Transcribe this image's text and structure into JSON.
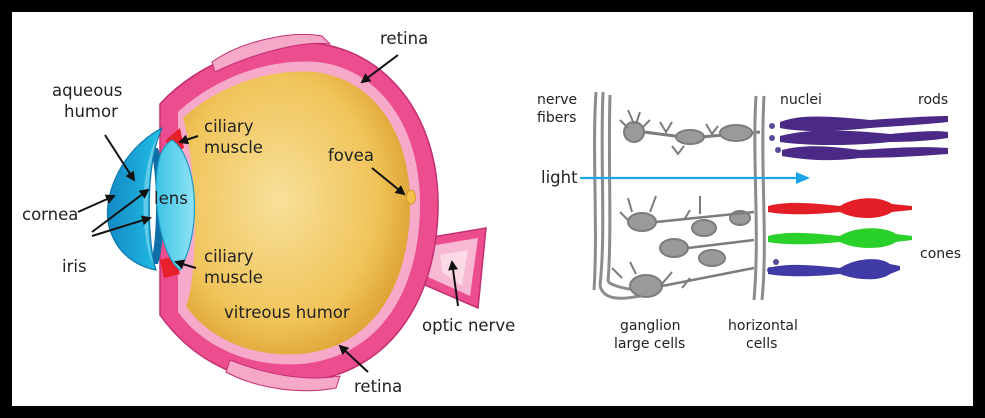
{
  "eye_diagram": {
    "labels": {
      "retina_top": "retina",
      "aqueous_1": "aqueous",
      "aqueous_2": "humor",
      "ciliary_top_1": "ciliary",
      "ciliary_top_2": "muscle",
      "fovea": "fovea",
      "lens": "lens",
      "cornea": "cornea",
      "iris": "iris",
      "ciliary_bottom_1": "ciliary",
      "ciliary_bottom_2": "muscle",
      "vitreous": "vitreous humor",
      "optic_nerve": "optic nerve",
      "retina_bottom": "retina"
    },
    "colors": {
      "sclera": "#ec4d8f",
      "sclera_light": "#f6a8c8",
      "vitreous_light": "#f8e09a",
      "vitreous_dark": "#e0a93a",
      "cornea": "#1fb5dd",
      "lens": "#5fd0ea",
      "ciliary": "#e8202a"
    }
  },
  "retina_diagram": {
    "labels": {
      "nerve_1": "nerve",
      "nerve_2": "fibers",
      "nuclei": "nuclei",
      "rods": "rods",
      "light": "light",
      "cones": "cones",
      "ganglion_1": "ganglion",
      "ganglion_2": "large cells",
      "horizontal_1": "horizontal",
      "horizontal_2": "cells"
    },
    "colors": {
      "rods": "#4a2a86",
      "cone_red": "#e41e26",
      "cone_green": "#2bd12b",
      "cone_blue": "#3f3aa6",
      "light_arrow": "#1aa6e8",
      "neurons": "#8c8c8c"
    }
  }
}
